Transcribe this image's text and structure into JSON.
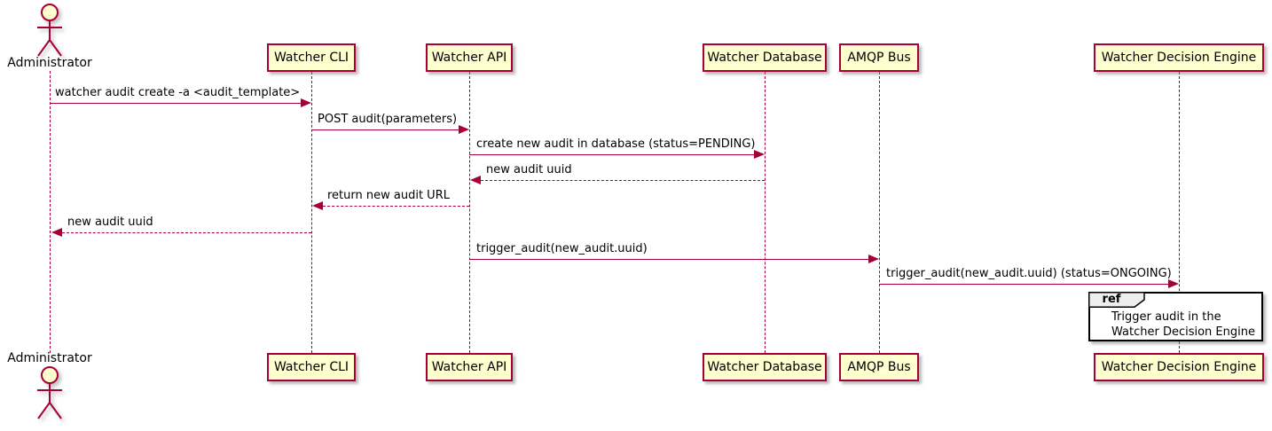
{
  "diagram": {
    "type": "sequence-diagram",
    "actor": {
      "name": "Administrator"
    },
    "participants": [
      {
        "name": "Watcher CLI"
      },
      {
        "name": "Watcher API"
      },
      {
        "name": "Watcher Database"
      },
      {
        "name": "AMQP Bus"
      },
      {
        "name": "Watcher Decision Engine"
      }
    ],
    "messages": [
      {
        "label": "watcher audit create -a <audit_template>",
        "from": "Administrator",
        "to": "Watcher CLI",
        "line": "solid"
      },
      {
        "label": "POST audit(parameters)",
        "from": "Watcher CLI",
        "to": "Watcher API",
        "line": "solid"
      },
      {
        "label": "create new audit in database (status=PENDING)",
        "from": "Watcher API",
        "to": "Watcher Database",
        "line": "solid"
      },
      {
        "label": "new audit uuid",
        "from": "Watcher Database",
        "to": "Watcher API",
        "line": "dashed"
      },
      {
        "label": "return new audit URL",
        "from": "Watcher API",
        "to": "Watcher CLI",
        "line": "dashed"
      },
      {
        "label": "new audit uuid",
        "from": "Watcher CLI",
        "to": "Administrator",
        "line": "dashed"
      },
      {
        "label": "trigger_audit(new_audit.uuid)",
        "from": "Watcher API",
        "to": "AMQP Bus",
        "line": "solid"
      },
      {
        "label": "trigger_audit(new_audit.uuid) (status=ONGOING)",
        "from": "AMQP Bus",
        "to": "Watcher Decision Engine",
        "line": "solid"
      }
    ],
    "ref_fragment": {
      "keyword": "ref",
      "line1": "Trigger audit in the",
      "line2": "Watcher Decision Engine"
    },
    "colors": {
      "participant_fill": "#FEFECE",
      "stroke": "#A80036",
      "text": "#000000",
      "ref_border": "#000000",
      "ref_tab_fill": "#EEEEEE",
      "background": "#FFFFFF"
    }
  }
}
